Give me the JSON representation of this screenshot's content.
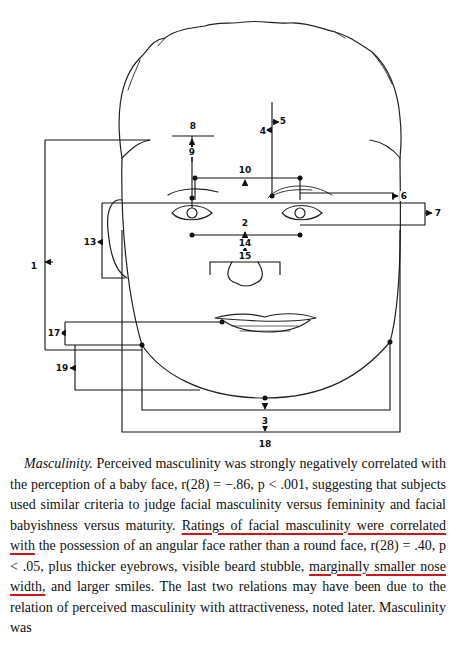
{
  "diagram": {
    "labels": [
      "8",
      "9",
      "4",
      "5",
      "10",
      "6",
      "7",
      "2",
      "13",
      "14",
      "1",
      "15",
      "17",
      "19",
      "3",
      "18",
      "Masculinity.",
      "Perceived masculinity was strongly negatively correlated with the perception of a baby face, r(28) = −.86, p < .001, suggesting that subjects used similar criteria to judge facial masculinity versus femininity and facial babyishness versus maturity.",
      "Ratings of facial masculinity were correlated with",
      "the possession of an angular face rather than a round face, r(28) = .40, p < .05, plus thicker eyebrows, visible beard stubble,",
      "marginally smaller nose width,",
      "and larger smiles. The last two relations may have been due to the relation of perceived masculinity with attractiveness, noted later. Masculinity was"
    ]
  }
}
